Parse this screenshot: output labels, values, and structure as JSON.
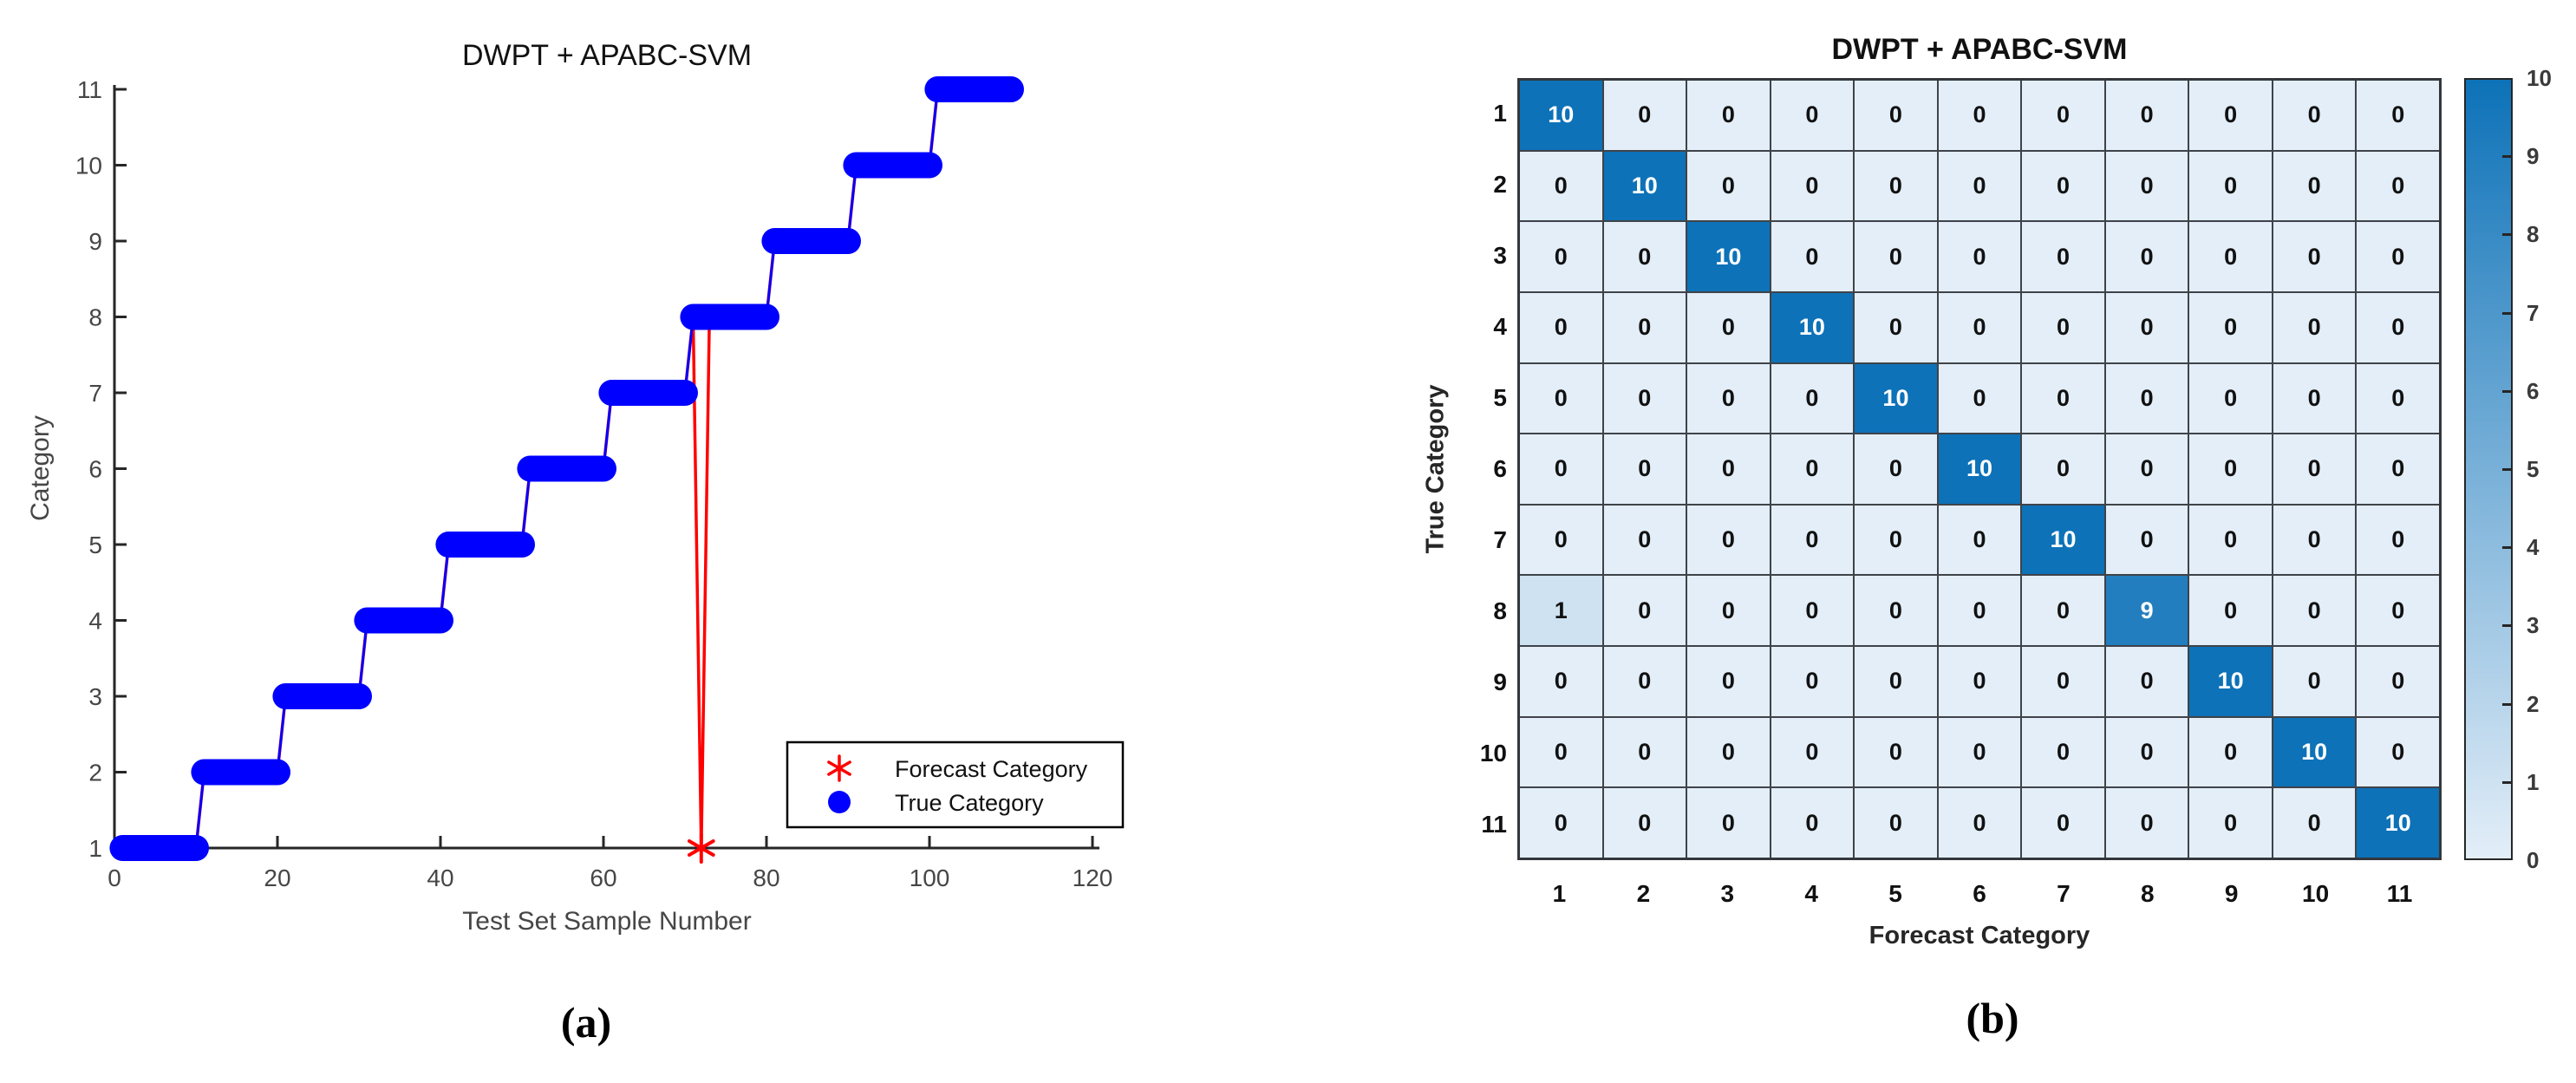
{
  "panels": {
    "a": {
      "label": "(a)"
    },
    "b": {
      "label": "(b)"
    }
  },
  "chart_data": [
    {
      "panel": "a",
      "type": "scatter",
      "title": "DWPT + APABC-SVM",
      "xlabel": "Test Set Sample Number",
      "ylabel": "Category",
      "xlim": [
        0,
        125
      ],
      "ylim": [
        1,
        11
      ],
      "xticks": [
        0,
        20,
        40,
        60,
        80,
        100,
        120
      ],
      "yticks": [
        1,
        2,
        3,
        4,
        5,
        6,
        7,
        8,
        9,
        10,
        11
      ],
      "n_samples": 110,
      "samples_per_category": 10,
      "rule": "true category = ceil(sample/10); staircase of 11 steps, 10 samples each",
      "series": [
        {
          "name": "Forecast Category",
          "marker": "asterisk",
          "color": "#ff0000",
          "rule": "equals true category for every sample except listed errors",
          "errors": [
            {
              "sample": 72,
              "category": 1
            }
          ]
        },
        {
          "name": "True Category",
          "marker": "dot",
          "color": "#0000ff",
          "steps": [
            {
              "category": 1,
              "samples": [
                1,
                10
              ]
            },
            {
              "category": 2,
              "samples": [
                11,
                20
              ]
            },
            {
              "category": 3,
              "samples": [
                21,
                30
              ]
            },
            {
              "category": 4,
              "samples": [
                31,
                40
              ]
            },
            {
              "category": 5,
              "samples": [
                41,
                50
              ]
            },
            {
              "category": 6,
              "samples": [
                51,
                60
              ]
            },
            {
              "category": 7,
              "samples": [
                61,
                70
              ]
            },
            {
              "category": 8,
              "samples": [
                71,
                80
              ]
            },
            {
              "category": 9,
              "samples": [
                81,
                90
              ]
            },
            {
              "category": 10,
              "samples": [
                91,
                100
              ]
            },
            {
              "category": 11,
              "samples": [
                101,
                110
              ]
            }
          ]
        }
      ],
      "legend": {
        "position": "southeast",
        "entries": [
          "Forecast Category",
          "True Category"
        ]
      },
      "axis_color": "#262626",
      "tick_label_color": "#464646"
    },
    {
      "panel": "b",
      "type": "heatmap",
      "title": "DWPT + APABC-SVM",
      "xlabel": "Forecast Category",
      "ylabel": "True Category",
      "row_labels": [
        "1",
        "2",
        "3",
        "4",
        "5",
        "6",
        "7",
        "8",
        "9",
        "10",
        "11"
      ],
      "col_labels": [
        "1",
        "2",
        "3",
        "4",
        "5",
        "6",
        "7",
        "8",
        "9",
        "10",
        "11"
      ],
      "matrix": [
        [
          10,
          0,
          0,
          0,
          0,
          0,
          0,
          0,
          0,
          0,
          0
        ],
        [
          0,
          10,
          0,
          0,
          0,
          0,
          0,
          0,
          0,
          0,
          0
        ],
        [
          0,
          0,
          10,
          0,
          0,
          0,
          0,
          0,
          0,
          0,
          0
        ],
        [
          0,
          0,
          0,
          10,
          0,
          0,
          0,
          0,
          0,
          0,
          0
        ],
        [
          0,
          0,
          0,
          0,
          10,
          0,
          0,
          0,
          0,
          0,
          0
        ],
        [
          0,
          0,
          0,
          0,
          0,
          10,
          0,
          0,
          0,
          0,
          0
        ],
        [
          0,
          0,
          0,
          0,
          0,
          0,
          10,
          0,
          0,
          0,
          0
        ],
        [
          1,
          0,
          0,
          0,
          0,
          0,
          0,
          9,
          0,
          0,
          0
        ],
        [
          0,
          0,
          0,
          0,
          0,
          0,
          0,
          0,
          10,
          0,
          0
        ],
        [
          0,
          0,
          0,
          0,
          0,
          0,
          0,
          0,
          0,
          10,
          0
        ],
        [
          0,
          0,
          0,
          0,
          0,
          0,
          0,
          0,
          0,
          0,
          10
        ]
      ],
      "colorbar": {
        "min": 0,
        "max": 10,
        "ticks": [
          0,
          1,
          2,
          3,
          4,
          5,
          6,
          7,
          8,
          9,
          10
        ]
      },
      "colors": {
        "low": "#e3eef8",
        "high": "#0d72b8",
        "grid": "#3f4349"
      }
    }
  ]
}
